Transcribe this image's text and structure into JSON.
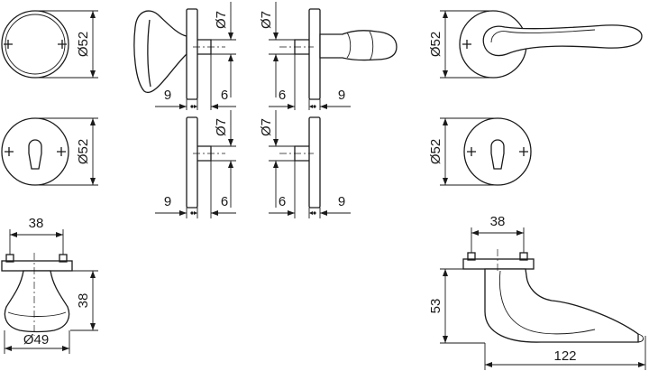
{
  "dimensions": {
    "rosette_top_left_diameter": "Ø52",
    "rosette_mid_left_diameter": "Ø52",
    "rosette_top_right_diameter": "Ø52",
    "rosette_mid_right_diameter": "Ø52",
    "knob_width": "38",
    "knob_height": "38",
    "knob_diameter": "Ø49",
    "lever_width": "38",
    "lever_height": "53",
    "lever_length": "122",
    "spindle_1": "Ø7",
    "spindle_2": "Ø7",
    "spindle_3": "Ø7",
    "spindle_4": "Ø7",
    "offset_a_left": "9",
    "offset_a_right": "6",
    "offset_b_left": "6",
    "offset_b_right": "9",
    "offset_c_left": "9",
    "offset_c_right": "6",
    "offset_d_left": "6",
    "offset_d_right": "9"
  }
}
